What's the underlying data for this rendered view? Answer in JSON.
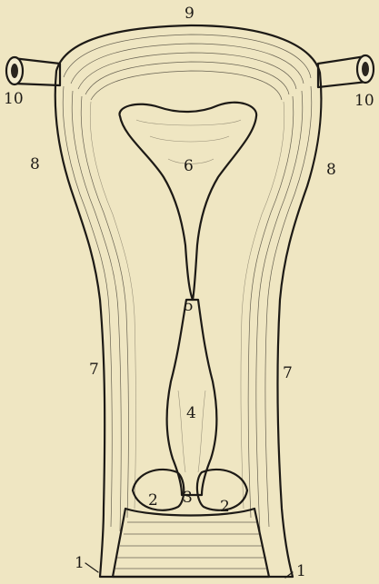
{
  "labels": {
    "n9": "9",
    "n10_left": "10",
    "n10_right": "10",
    "n8_left": "8",
    "n8_right": "8",
    "n6": "6",
    "n5": "5",
    "n7_left": "7",
    "n7_right": "7",
    "n4": "4",
    "n3": "3",
    "n2_left": "2",
    "n2_right": "2",
    "n1_left": "1",
    "n1_right": "1"
  },
  "colors": {
    "background": "#efe6c2",
    "ink": "#1d1a16",
    "tissue": "#e9dfb8"
  }
}
